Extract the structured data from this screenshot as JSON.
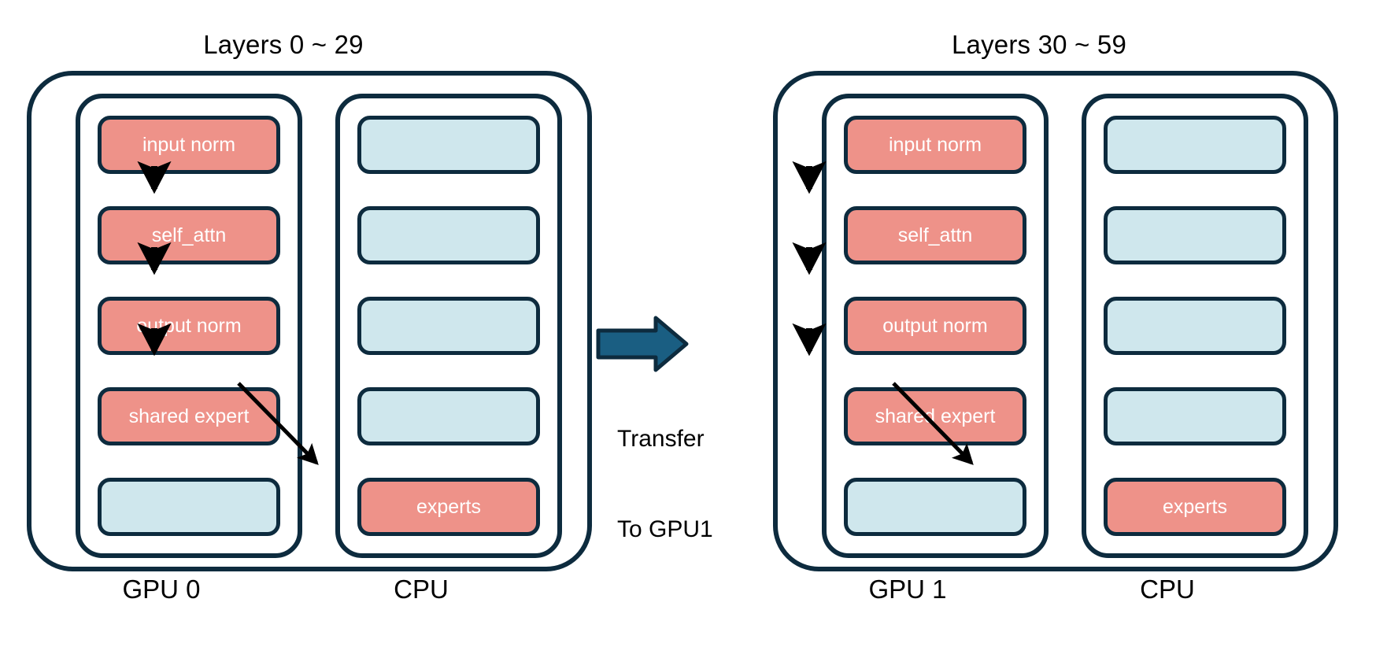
{
  "diagram": {
    "title_left": "Layers 0 ~ 29",
    "title_right": "Layers 30 ~ 59",
    "colors": {
      "salmon": "#ee9289",
      "light_blue": "#cfe7ed",
      "outline": "#0d2b3e",
      "arrow_fill": "#1a5e82",
      "text_on_block": "#ffffff",
      "label_text": "#000000",
      "background": "#ffffff"
    }
  },
  "panels": [
    {
      "title": "Layers 0 ~ 29",
      "device_label": "GPU 0",
      "host_label": "CPU",
      "gpu_units": [
        {
          "label": "input norm",
          "style": "salmon"
        },
        {
          "label": "self_attn",
          "style": "salmon"
        },
        {
          "label": "output norm",
          "style": "salmon"
        },
        {
          "label": "shared expert",
          "style": "salmon"
        },
        {
          "label": "",
          "style": "blue"
        }
      ],
      "cpu_units": [
        {
          "label": "",
          "style": "blue"
        },
        {
          "label": "",
          "style": "blue"
        },
        {
          "label": "",
          "style": "blue"
        },
        {
          "label": "",
          "style": "blue"
        },
        {
          "label": "experts",
          "style": "salmon"
        }
      ]
    },
    {
      "title": "Layers 30 ~ 59",
      "device_label": "GPU 1",
      "host_label": "CPU",
      "gpu_units": [
        {
          "label": "input norm",
          "style": "salmon"
        },
        {
          "label": "self_attn",
          "style": "salmon"
        },
        {
          "label": "output norm",
          "style": "salmon"
        },
        {
          "label": "shared expert",
          "style": "salmon"
        },
        {
          "label": "",
          "style": "blue"
        }
      ],
      "cpu_units": [
        {
          "label": "",
          "style": "blue"
        },
        {
          "label": "",
          "style": "blue"
        },
        {
          "label": "",
          "style": "blue"
        },
        {
          "label": "",
          "style": "blue"
        },
        {
          "label": "experts",
          "style": "salmon"
        }
      ]
    }
  ],
  "transfer": {
    "line1": "Transfer",
    "line2": "To GPU1",
    "full_label": "Transfer To GPU1"
  }
}
